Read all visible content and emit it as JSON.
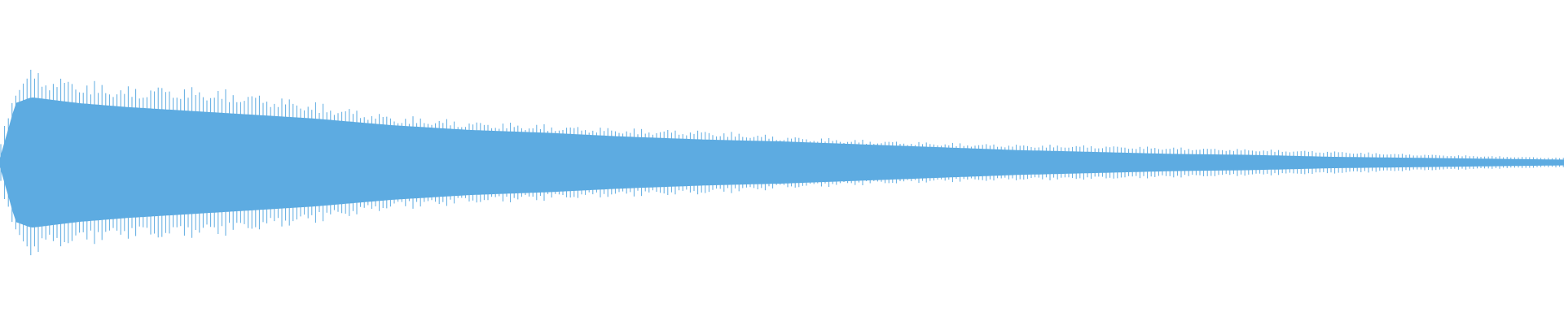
{
  "chart_data": {
    "type": "area",
    "title": "",
    "xlabel": "",
    "ylabel": "",
    "grid": false,
    "legend": "none",
    "ylim": [
      -1,
      1
    ],
    "xlim": [
      0,
      1
    ],
    "x": [
      0.0,
      0.01,
      0.02,
      0.03,
      0.05,
      0.08,
      0.1,
      0.15,
      0.2,
      0.25,
      0.3,
      0.35,
      0.4,
      0.45,
      0.5,
      0.55,
      0.6,
      0.65,
      0.7,
      0.75,
      0.8,
      0.85,
      0.9,
      0.95,
      1.0
    ],
    "series": [
      {
        "values_body": [
          0.05,
          0.62,
          0.68,
          0.66,
          0.62,
          0.58,
          0.56,
          0.51,
          0.46,
          0.39,
          0.34,
          0.31,
          0.27,
          0.24,
          0.22,
          0.19,
          0.16,
          0.13,
          0.11,
          0.09,
          0.08,
          0.06,
          0.05,
          0.04,
          0.03
        ],
        "values_peak": [
          0.2,
          0.84,
          1.0,
          0.92,
          0.88,
          0.8,
          0.82,
          0.76,
          0.64,
          0.5,
          0.44,
          0.4,
          0.36,
          0.34,
          0.28,
          0.24,
          0.21,
          0.19,
          0.18,
          0.16,
          0.14,
          0.12,
          0.09,
          0.07,
          0.05
        ]
      }
    ]
  },
  "colors": {
    "waveform": "#5DABE1",
    "background": "#FFFFFF"
  }
}
